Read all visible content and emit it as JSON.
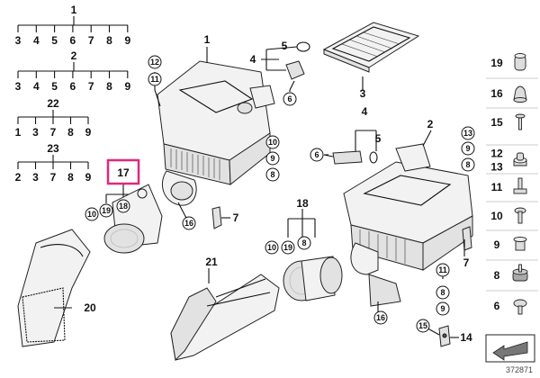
{
  "trees": [
    {
      "parent": "1",
      "children": [
        "3",
        "4",
        "5",
        "6",
        "7",
        "8",
        "9"
      ]
    },
    {
      "parent": "2",
      "children": [
        "3",
        "4",
        "5",
        "6",
        "7",
        "8",
        "9"
      ]
    },
    {
      "parent": "22",
      "children": [
        "1",
        "3",
        "7",
        "8",
        "9"
      ]
    },
    {
      "parent": "23",
      "children": [
        "2",
        "3",
        "7",
        "8",
        "9"
      ]
    }
  ],
  "highlight": {
    "label": "17",
    "color": "#e0287d"
  },
  "callouts": {
    "n1": "1",
    "n2": "2",
    "n3": "3",
    "n4a": "4",
    "n5a": "5",
    "n6a": "6",
    "n4b": "4",
    "n5b": "5",
    "n6b": "6",
    "c12": "12",
    "c11": "11",
    "c10a": "10",
    "c9a": "9",
    "c8a": "8",
    "c13": "13",
    "c9b": "9",
    "c8b": "8",
    "c10b": "10",
    "c19a": "19",
    "c18": "18",
    "c16a": "16",
    "n7a": "7",
    "n18": "18",
    "c10c": "10",
    "c19b": "19",
    "c8c": "8",
    "n7b": "7",
    "c11b": "11",
    "c8d": "8",
    "c9c": "9",
    "c16b": "16",
    "c15": "15",
    "n14": "14",
    "n20": "20",
    "n21": "21"
  },
  "sidebar": [
    {
      "label": "19",
      "icon": "rubber-bumper-icon"
    },
    {
      "label": "16",
      "icon": "grommet-icon"
    },
    {
      "label": "15",
      "icon": "clip-pin-icon"
    },
    {
      "label": "12\n13",
      "icon": "nut-icon"
    },
    {
      "label": "11",
      "icon": "stud-bolt-icon"
    },
    {
      "label": "10",
      "icon": "screw-icon"
    },
    {
      "label": "9",
      "icon": "spacer-icon"
    },
    {
      "label": "8",
      "icon": "rubber-mount-icon"
    },
    {
      "label": "6",
      "icon": "bolt-icon"
    }
  ],
  "diagram_code": "372871"
}
